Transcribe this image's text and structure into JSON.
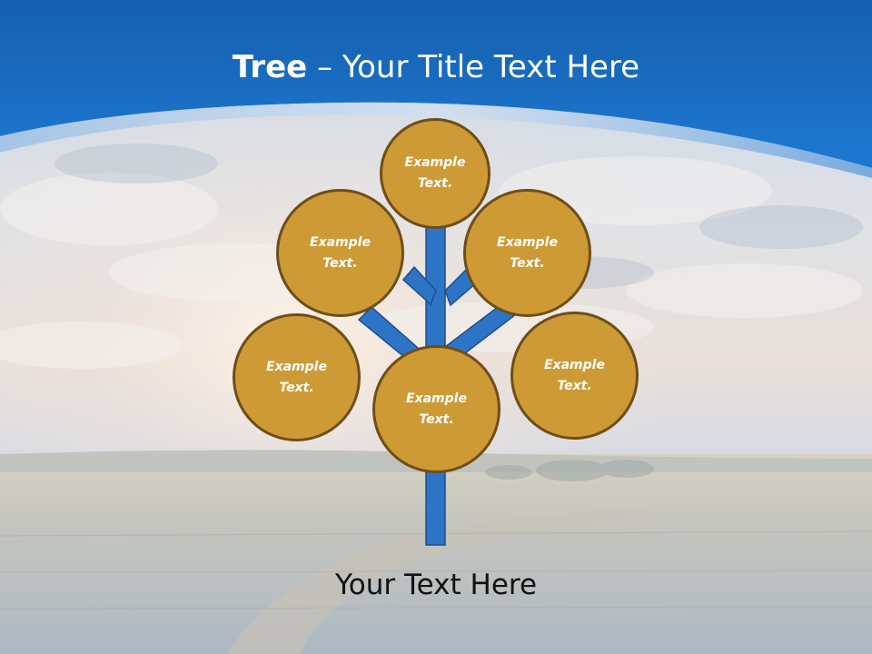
{
  "slide": {
    "title_bold": "Tree",
    "title_rest": " – Your Title Text Here",
    "footer_text": "Your Text Here"
  },
  "tree": {
    "nodes": [
      {
        "id": "top",
        "label": "Example\nText."
      },
      {
        "id": "upper-left",
        "label": "Example\nText."
      },
      {
        "id": "upper-right",
        "label": "Example\nText."
      },
      {
        "id": "lower-left",
        "label": "Example\nText."
      },
      {
        "id": "center",
        "label": "Example\nText."
      },
      {
        "id": "lower-right",
        "label": "Example\nText."
      }
    ]
  },
  "colors": {
    "header_blue": "#1A72C9",
    "trunk_blue": "#2E74C6",
    "node_fill": "#CE9A35",
    "node_border": "#6E4E18",
    "label_text": "#FFFFFF"
  }
}
